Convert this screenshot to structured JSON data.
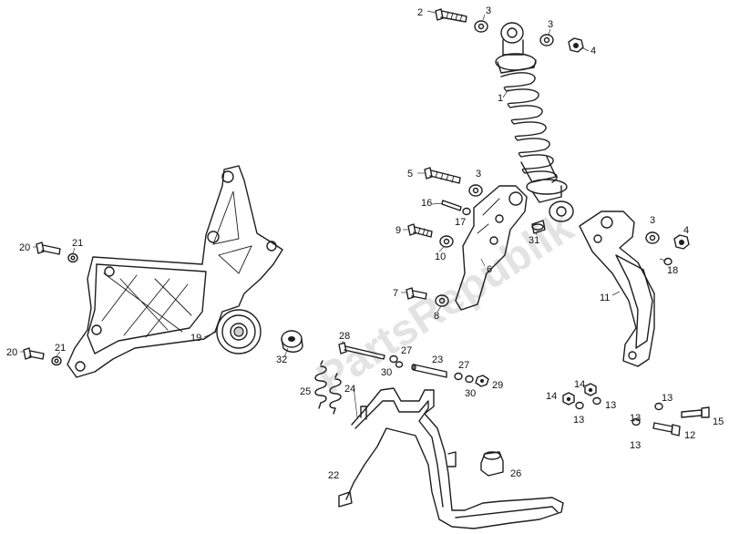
{
  "watermark": "PartsRepublik",
  "callouts": [
    {
      "label": "1"
    },
    {
      "label": "2"
    },
    {
      "label": "3"
    },
    {
      "label": "3"
    },
    {
      "label": "4"
    },
    {
      "label": "5"
    },
    {
      "label": "3"
    },
    {
      "label": "16"
    },
    {
      "label": "17"
    },
    {
      "label": "9"
    },
    {
      "label": "10"
    },
    {
      "label": "6"
    },
    {
      "label": "7"
    },
    {
      "label": "8"
    },
    {
      "label": "31"
    },
    {
      "label": "3"
    },
    {
      "label": "4"
    },
    {
      "label": "18"
    },
    {
      "label": "11"
    },
    {
      "label": "20"
    },
    {
      "label": "21"
    },
    {
      "label": "20"
    },
    {
      "label": "21"
    },
    {
      "label": "19"
    },
    {
      "label": "32"
    },
    {
      "label": "28"
    },
    {
      "label": "27"
    },
    {
      "label": "30"
    },
    {
      "label": "23"
    },
    {
      "label": "27"
    },
    {
      "label": "30"
    },
    {
      "label": "29"
    },
    {
      "label": "25"
    },
    {
      "label": "24"
    },
    {
      "label": "14"
    },
    {
      "label": "13"
    },
    {
      "label": "14"
    },
    {
      "label": "13"
    },
    {
      "label": "13"
    },
    {
      "label": "13"
    },
    {
      "label": "15"
    },
    {
      "label": "12"
    },
    {
      "label": "13"
    },
    {
      "label": "22"
    },
    {
      "label": "26"
    }
  ]
}
